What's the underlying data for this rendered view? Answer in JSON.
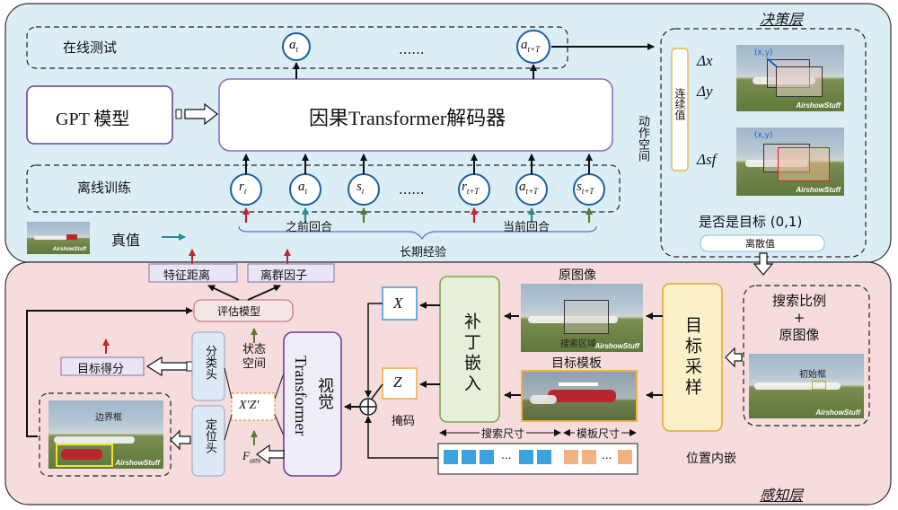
{
  "layers": {
    "decision": "决策层",
    "perception": "感知层"
  },
  "decision": {
    "online_test": "在线测试",
    "offline_train": "离线训练",
    "gpt_model": "GPT 模型",
    "causal_decoder": "因果Transformer解码器",
    "online_tokens": [
      "a",
      "t",
      "a",
      "t+T"
    ],
    "dots_online": "......",
    "dots_offline": "......",
    "offline_tokens": [
      {
        "sym": "r",
        "sub": "t"
      },
      {
        "sym": "a",
        "sub": "t"
      },
      {
        "sym": "s",
        "sub": "t"
      },
      {
        "sym": "r",
        "sub": "t+T"
      },
      {
        "sym": "a",
        "sub": "t+T"
      },
      {
        "sym": "s",
        "sub": "t+T"
      }
    ],
    "prev_episode": "之前回合",
    "curr_episode": "当前回合",
    "long_term_exp": "长期经验",
    "ground_truth": "真值",
    "action_space": "动作空间",
    "continuous_value": "连续值",
    "delta_x": "Δx",
    "delta_y": "Δy",
    "delta_sf": "Δsf",
    "xy_label_1": "(x,y)",
    "xy_label_2": "(x,y)",
    "is_target": "是否是目标 (0,1)",
    "discrete_value": "离散值",
    "watermark": "AirshowStuff"
  },
  "perception": {
    "feature_distance": "特征距离",
    "outlier_factor": "离群因子",
    "eval_model": "评估模型",
    "target_score": "目标得分",
    "cls_head": "分类头",
    "loc_head": "定位头",
    "state_space": "状态\n空间",
    "xz_token": "X'Z'",
    "f_attn": "F",
    "f_attn_sub": "attn",
    "vision_transformer_1": "视觉",
    "vision_transformer_2": "Transformer",
    "x_box": "X",
    "z_box": "Z",
    "mask": "掩码",
    "patch_embed": "补丁嵌入",
    "original_image": "原图像",
    "search_region": "搜索区域",
    "target_template": "目标模板",
    "target_sampling": "目标采样",
    "search_size": "搜索尺寸",
    "template_size": "模板尺寸",
    "pos_embed": "位置内嵌",
    "token_dots_1": "...",
    "token_dots_2": "...",
    "search_scale": "搜索比例\n+\n原图像",
    "initial_box": "初始框",
    "bbox": "边界框",
    "watermark": "AirshowStuff"
  },
  "colors": {
    "decision_bg": "#dbeef6",
    "perception_bg": "#f6dcdc",
    "purple": "#8a6fb8",
    "green": "#9bbf6a",
    "orange": "#f0b24a",
    "blue": "#2277c9",
    "red": "#c0262b",
    "teal": "#2a8a97",
    "tok_blue": "#3aa3df",
    "tok_orange": "#f4b183"
  }
}
